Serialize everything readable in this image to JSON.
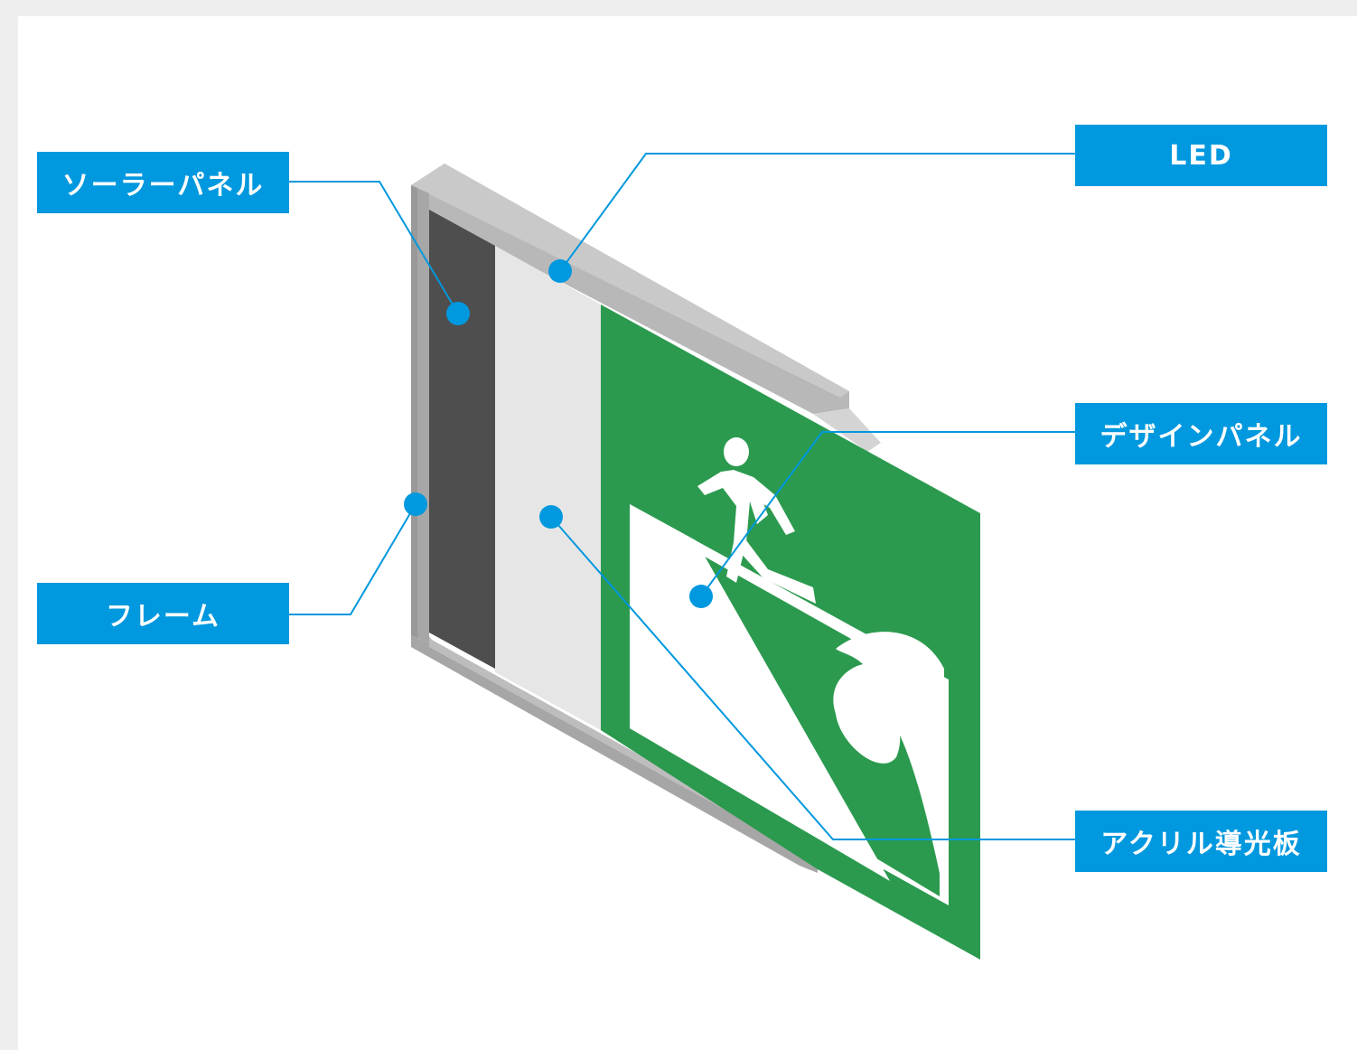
{
  "labels": {
    "solar_panel": "ソーラーパネル",
    "frame": "フレーム",
    "led": "LED",
    "design_panel": "デザインパネル",
    "acrylic_light_guide": "アクリル導光板"
  },
  "colors": {
    "label_bg": "#0098de",
    "label_text": "#ffffff",
    "leader_line": "#0098de",
    "sign_green": "#2b9a4e",
    "frame_grey": "#a9a9a9",
    "solar_panel": "#4e4e4e",
    "acrylic": "#e7e7e7",
    "background": "#eeeeee"
  },
  "icons": [
    "running-person-icon",
    "tsunami-wave-icon",
    "slope-icon"
  ]
}
